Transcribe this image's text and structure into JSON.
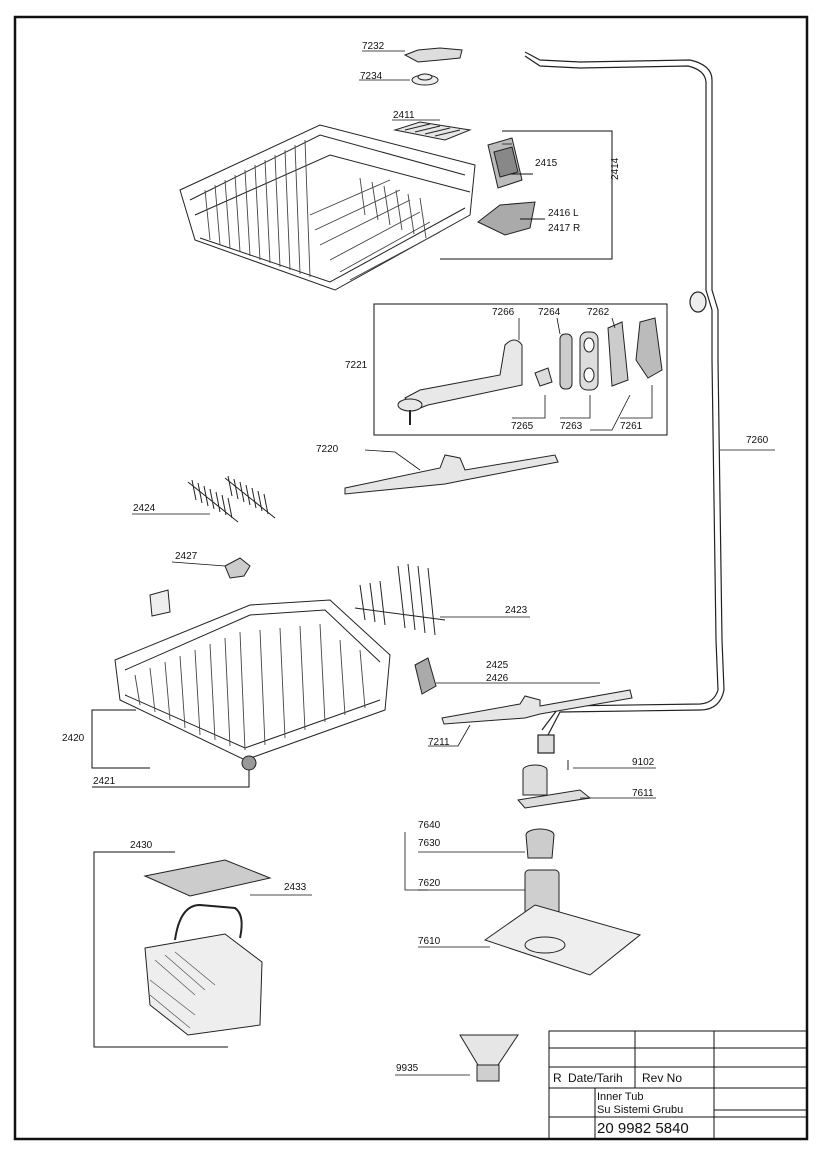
{
  "drawing": {
    "part_labels": {
      "p7232": "7232",
      "p7234": "7234",
      "p2411": "2411",
      "p2415": "2415",
      "p2414": "2414",
      "p2416": "2416 L",
      "p2417": "2417 R",
      "p7266": "7266",
      "p7264": "7264",
      "p7262": "7262",
      "p7221": "7221",
      "p7265": "7265",
      "p7263": "7263",
      "p7261": "7261",
      "p7260": "7260",
      "p7220": "7220",
      "p2424": "2424",
      "p2427": "2427",
      "p2423": "2423",
      "p2425": "2425",
      "p2426": "2426",
      "p2420": "2420",
      "p7211": "7211",
      "p2421": "2421",
      "p9102": "9102",
      "p7611": "7611",
      "p7640": "7640",
      "p7630": "7630",
      "p2430": "2430",
      "p2433": "2433",
      "p7620": "7620",
      "p7610": "7610",
      "p9935": "9935"
    },
    "title_block": {
      "r_label": "R",
      "date_label": "Date/Tarih",
      "rev_label": "Rev No",
      "title_line1": "Inner Tub",
      "title_line2": "Su Sistemi Grubu",
      "drawing_number": "20 9982 5840"
    },
    "colors": {
      "line": "#111111",
      "part_fill": "#d8d8d8",
      "background": "#ffffff"
    }
  }
}
